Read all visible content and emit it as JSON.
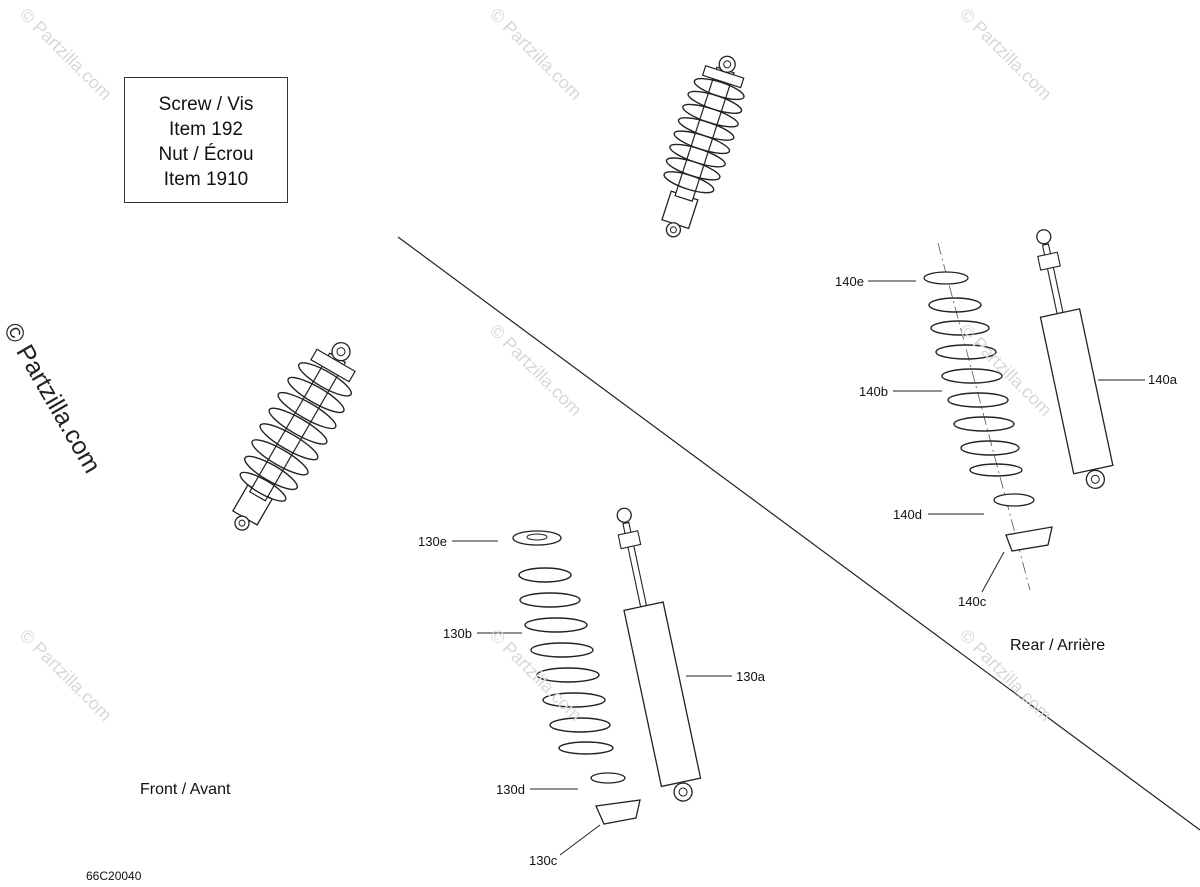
{
  "note": {
    "line1": "Screw / Vis",
    "line2": "Item 192",
    "line3": "Nut / Écrou",
    "line4": "Item 1910"
  },
  "sections": {
    "front": "Front / Avant",
    "rear": "Rear / Arrière"
  },
  "callouts": {
    "c130a": "130a",
    "c130b": "130b",
    "c130c": "130c",
    "c130d": "130d",
    "c130e": "130e",
    "c140a": "140a",
    "c140b": "140b",
    "c140c": "140c",
    "c140d": "140d",
    "c140e": "140e"
  },
  "drawing_code": "66C20040",
  "watermark": {
    "text": "© Partzilla.com",
    "main": "© Partzilla.com"
  },
  "colors": {
    "line": "#222222",
    "watermark": "#d8d8d8"
  }
}
